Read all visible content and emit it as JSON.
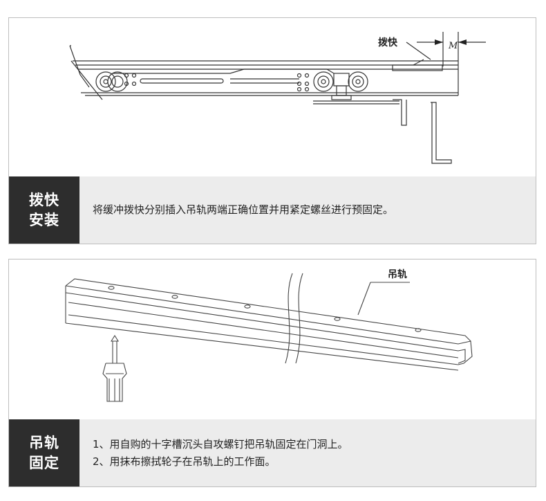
{
  "section1": {
    "tag_line1": "拨快",
    "tag_line2": "安装",
    "description": "将缓冲拨快分别插入吊轨两端正确位置并用紧定螺丝进行预固定。",
    "callout_label": "拨快",
    "dimension_label": "M"
  },
  "section2": {
    "tag_line1": "吊轨",
    "tag_line2": "固定",
    "steps": [
      "1、用自购的十字槽沉头自攻螺钉把吊轨固定在门洞上。",
      "2、用抹布擦拭轮子在吊轨上的工作面。"
    ],
    "callout_label": "吊轨"
  }
}
